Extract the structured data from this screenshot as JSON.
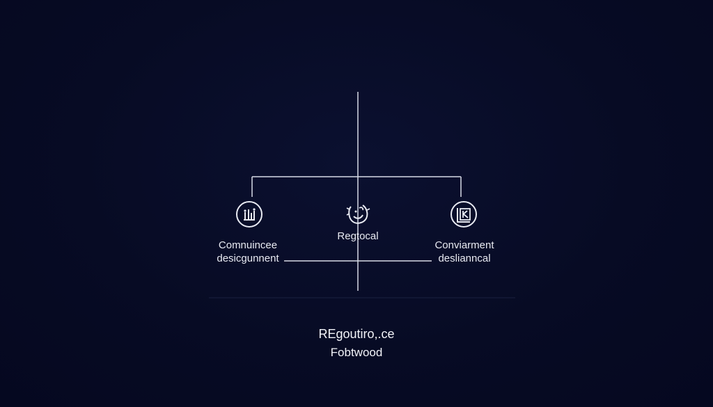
{
  "diagram": {
    "nodes": [
      {
        "id": "left",
        "icon": "hand-signal-icon",
        "label_line1": "Comnuincee",
        "label_line2": "desicgunnent"
      },
      {
        "id": "center",
        "icon": "face-icon",
        "label_line1": "Regtocal"
      },
      {
        "id": "right",
        "icon": "letter-k-icon",
        "label_line1": "Conviarment",
        "label_line2": "deslianncal"
      }
    ]
  },
  "footer": {
    "title": "REgoutiro,.ce",
    "subtitle": "Fobtwood"
  },
  "colors": {
    "background": "#070b24",
    "line": "#d7dae6",
    "text": "#e8eaf2"
  }
}
